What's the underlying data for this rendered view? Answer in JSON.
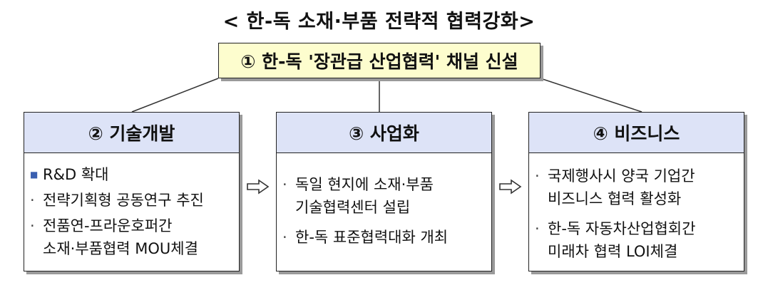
{
  "title": "< 한-독 소재·부품 전략적 협력강화>",
  "top": {
    "label": "① 한-독 '장관급 산업협력' 채널 신설"
  },
  "columns": [
    {
      "header": "② 기술개발",
      "bullet_style": "square",
      "items": [
        {
          "lines": [
            "R&D 확대"
          ]
        },
        {
          "lines": [
            "전략기획형 공동연구 추진"
          ]
        },
        {
          "lines": [
            "전품연-프라운호퍼간",
            "소재·부품협력 MOU체결"
          ]
        }
      ]
    },
    {
      "header": "③ 사업화",
      "bullet_style": "dot",
      "items": [
        {
          "lines": [
            "독일 현지에 소재·부품",
            "기술협력센터 설립"
          ]
        },
        {
          "lines": [
            "한-독 표준협력대화 개최"
          ]
        }
      ]
    },
    {
      "header": "④ 비즈니스",
      "bullet_style": "dot",
      "items": [
        {
          "lines": [
            "국제행사시 양국 기업간",
            "비즈니스 협력 활성화"
          ]
        },
        {
          "lines": [
            "한-독 자동차산업협회간",
            "미래차 협력 LOI체결"
          ]
        }
      ]
    }
  ],
  "colors": {
    "top_box_fill": "#fdfdce",
    "header_fill": "#dde3f7",
    "border": "#222222",
    "shadow": "#9a9a9a"
  }
}
